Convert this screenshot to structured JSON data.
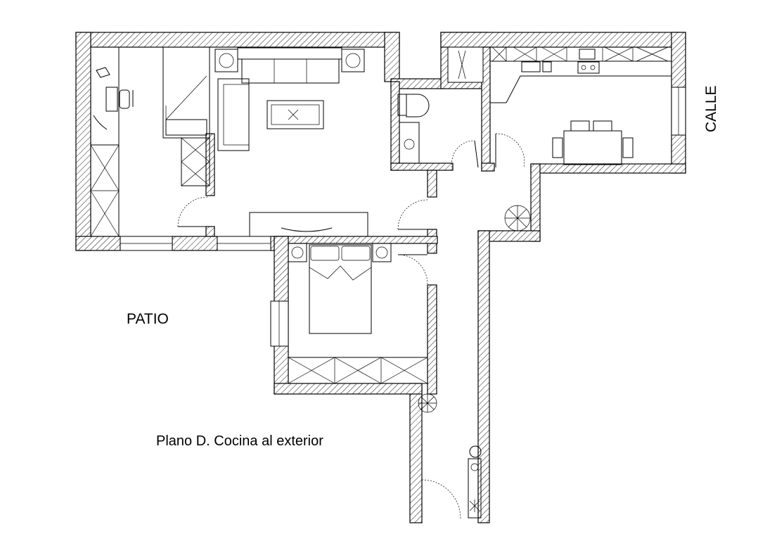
{
  "labels": {
    "patio": "PATIO",
    "calle": "CALLE",
    "caption": "Plano D. Cocina al exterior"
  },
  "colors": {
    "line": "#000000",
    "background": "#ffffff"
  }
}
